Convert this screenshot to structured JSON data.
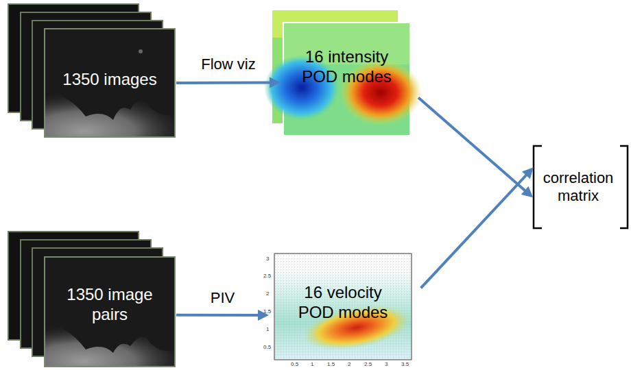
{
  "diagram": {
    "nodes": [
      {
        "text": [
          "1350 images"
        ]
      },
      {
        "text": [
          "16 intensity POD modes"
        ]
      },
      {
        "text": [
          "1350 image pairs"
        ]
      },
      {
        "text": [
          "16 velocity POD modes"
        ]
      },
      {
        "text": [
          "correlation matrix"
        ]
      }
    ],
    "edges": [
      {
        "from": 0,
        "to": 1,
        "arrow": "to",
        "label": "Flow viz"
      },
      {
        "from": 2,
        "to": 3,
        "arrow": "to",
        "label": "PIV"
      },
      {
        "from": 1,
        "to": 4,
        "arrow": "to"
      },
      {
        "from": 3,
        "to": 4,
        "arrow": "to"
      }
    ],
    "labels": [
      "3",
      "2.5",
      "2",
      "1.5",
      "1",
      "0.5",
      "0.5",
      "1",
      "1.5",
      "2",
      "2.5",
      "3",
      "3.5"
    ]
  }
}
